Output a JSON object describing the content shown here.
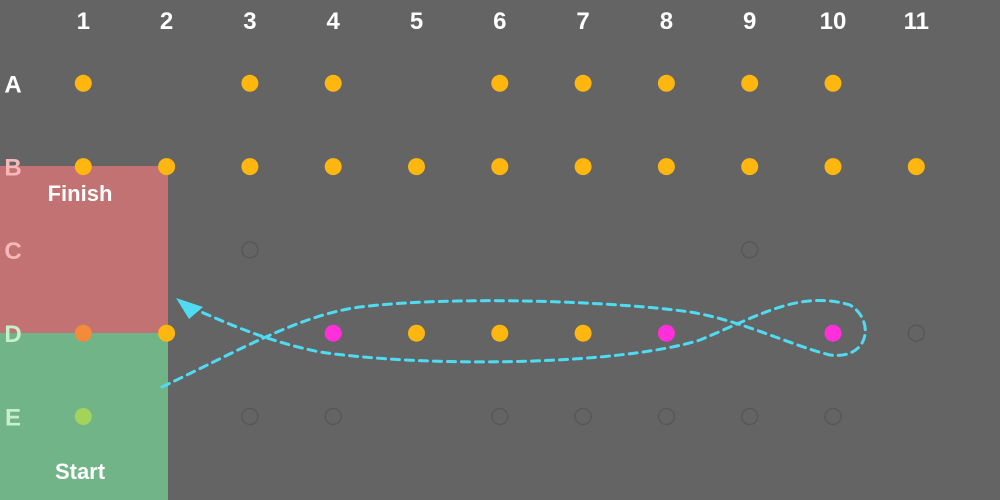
{
  "board": {
    "columns": [
      "1",
      "2",
      "3",
      "4",
      "5",
      "6",
      "7",
      "8",
      "9",
      "10",
      "11"
    ],
    "rows": [
      "A",
      "B",
      "C",
      "D",
      "E"
    ],
    "finish_label": "Finish",
    "start_label": "Start",
    "colors": {
      "background": "#646464",
      "finish_zone": "#c27272",
      "start_zone": "#71b487",
      "peg": "#ffb70f",
      "peg_in_start": "#a3d35a",
      "peg_in_finish": "#f48a3a",
      "target_peg": "#ff2fd9",
      "path": "#4fdcf3",
      "empty_hole": "#575757"
    },
    "cells": [
      {
        "row": "A",
        "col": 1,
        "state": "peg"
      },
      {
        "row": "A",
        "col": 3,
        "state": "peg"
      },
      {
        "row": "A",
        "col": 4,
        "state": "peg"
      },
      {
        "row": "A",
        "col": 6,
        "state": "peg"
      },
      {
        "row": "A",
        "col": 7,
        "state": "peg"
      },
      {
        "row": "A",
        "col": 8,
        "state": "peg"
      },
      {
        "row": "A",
        "col": 9,
        "state": "peg"
      },
      {
        "row": "A",
        "col": 10,
        "state": "peg"
      },
      {
        "row": "B",
        "col": 1,
        "state": "peg"
      },
      {
        "row": "B",
        "col": 2,
        "state": "peg"
      },
      {
        "row": "B",
        "col": 3,
        "state": "peg"
      },
      {
        "row": "B",
        "col": 4,
        "state": "peg"
      },
      {
        "row": "B",
        "col": 5,
        "state": "peg"
      },
      {
        "row": "B",
        "col": 6,
        "state": "peg"
      },
      {
        "row": "B",
        "col": 7,
        "state": "peg"
      },
      {
        "row": "B",
        "col": 8,
        "state": "peg"
      },
      {
        "row": "B",
        "col": 9,
        "state": "peg"
      },
      {
        "row": "B",
        "col": 10,
        "state": "peg"
      },
      {
        "row": "B",
        "col": 11,
        "state": "peg"
      },
      {
        "row": "C",
        "col": 3,
        "state": "empty"
      },
      {
        "row": "C",
        "col": 9,
        "state": "empty"
      },
      {
        "row": "D",
        "col": 1,
        "state": "peg"
      },
      {
        "row": "D",
        "col": 2,
        "state": "peg"
      },
      {
        "row": "D",
        "col": 4,
        "state": "target"
      },
      {
        "row": "D",
        "col": 5,
        "state": "peg"
      },
      {
        "row": "D",
        "col": 6,
        "state": "peg"
      },
      {
        "row": "D",
        "col": 7,
        "state": "peg"
      },
      {
        "row": "D",
        "col": 8,
        "state": "target"
      },
      {
        "row": "D",
        "col": 10,
        "state": "target"
      },
      {
        "row": "D",
        "col": 11,
        "state": "empty"
      },
      {
        "row": "E",
        "col": 1,
        "state": "peg"
      },
      {
        "row": "E",
        "col": 3,
        "state": "empty"
      },
      {
        "row": "E",
        "col": 4,
        "state": "empty"
      },
      {
        "row": "E",
        "col": 6,
        "state": "empty"
      },
      {
        "row": "E",
        "col": 7,
        "state": "empty"
      },
      {
        "row": "E",
        "col": 8,
        "state": "empty"
      },
      {
        "row": "E",
        "col": 9,
        "state": "empty"
      },
      {
        "row": "E",
        "col": 10,
        "state": "empty"
      }
    ]
  }
}
